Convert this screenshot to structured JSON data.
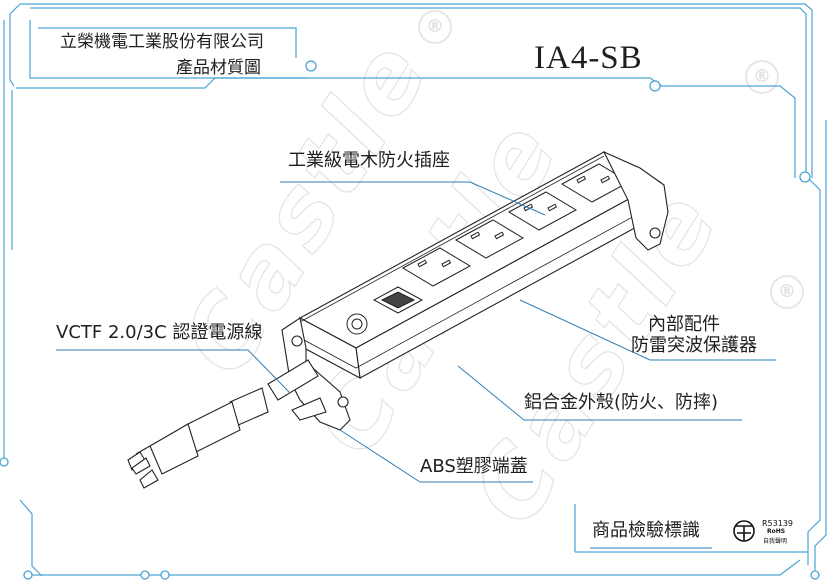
{
  "header": {
    "company": "立榮機電工業股份有限公司",
    "subtitle": "產品材質圖",
    "model": "IA4-SB"
  },
  "watermark": {
    "text": "Castle"
  },
  "callouts": {
    "socket": "工業級電木防火插座",
    "cord": "VCTF 2.0/3C 認證電源線",
    "internal_line1": "內部配件",
    "internal_line2": "防雷突波保護器",
    "case": "鋁合金外殼(防火、防摔)",
    "end_cap": "ABS塑膠端蓋"
  },
  "certification": {
    "label": "商品檢驗標識",
    "code": "R53139",
    "rohs": "RoHS",
    "note": "自我聲明"
  },
  "colors": {
    "frame": "#4aa3d6",
    "leader": "#2f7fb8",
    "text": "#1f1f1f",
    "watermark": "#e3e3e3"
  }
}
